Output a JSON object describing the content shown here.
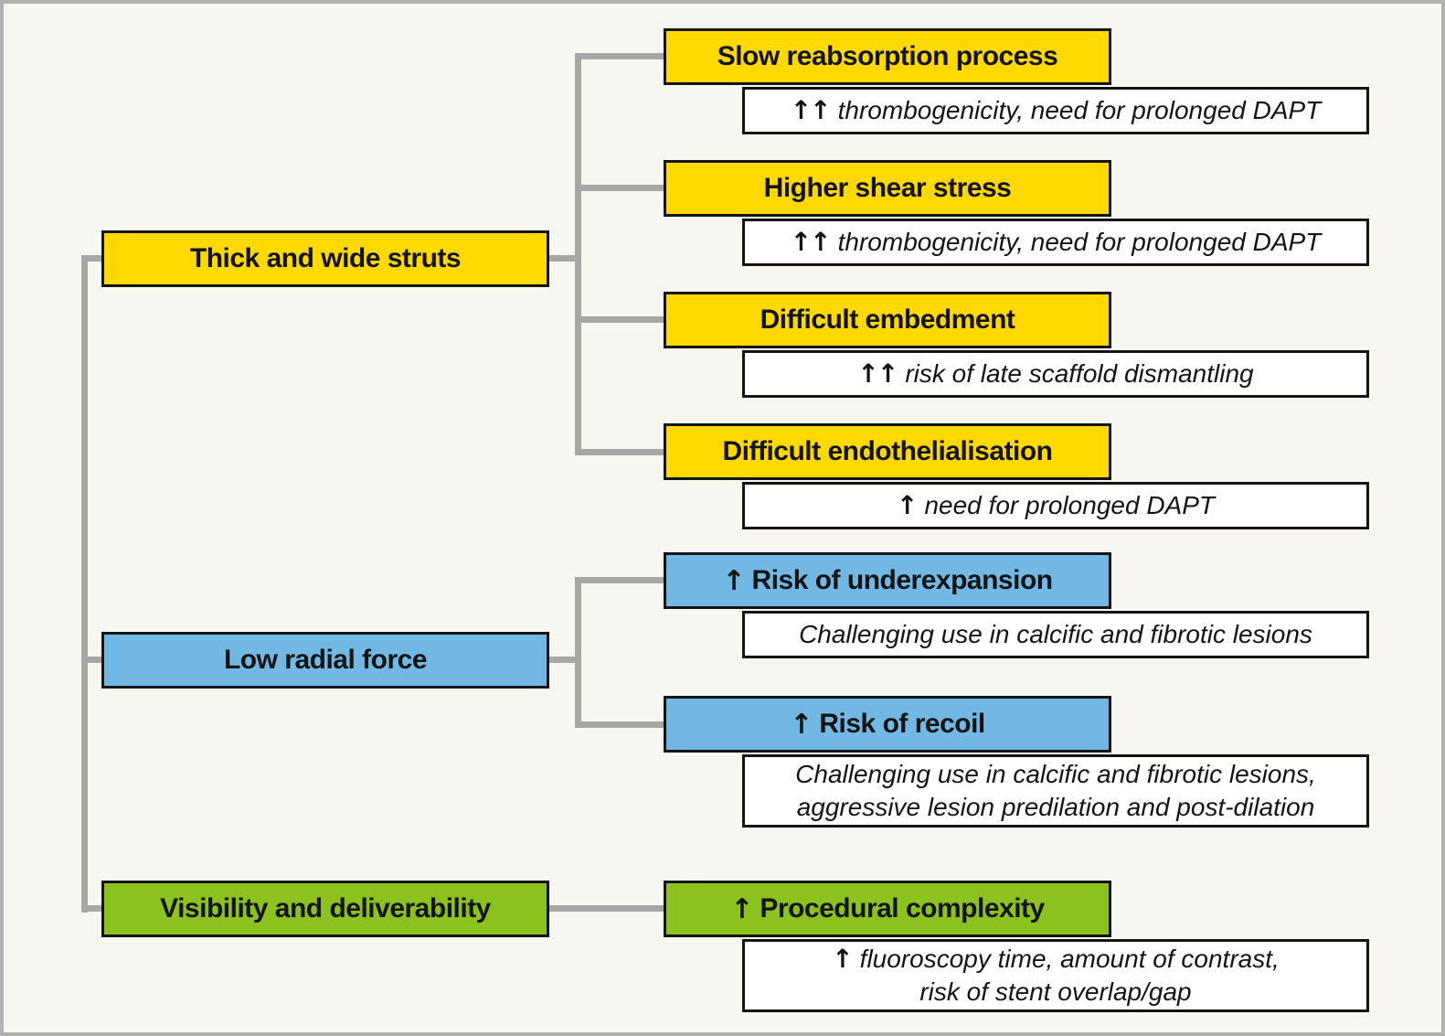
{
  "figure": {
    "description": "Limitations flow diagram"
  },
  "colors": {
    "yellow": "#ffd900",
    "blue": "#72b8e4",
    "green": "#8cc21d",
    "connector": "#a8a6a4",
    "background": "#f8f6f0",
    "outerborder": "#b2b0b1",
    "notebg": "#ffffff"
  },
  "groups": [
    {
      "category": {
        "arrow": "",
        "label": "Thick and wide struts",
        "color": "yellow"
      },
      "children": [
        {
          "title": {
            "arrow": "",
            "label": "Slow reabsorption process"
          },
          "note": {
            "arrows": "↑↑",
            "line1": "thrombogenicity, need for prolonged DAPT",
            "line2": ""
          }
        },
        {
          "title": {
            "arrow": "",
            "label": "Higher shear stress"
          },
          "note": {
            "arrows": "↑↑",
            "line1": "thrombogenicity, need for prolonged DAPT",
            "line2": ""
          }
        },
        {
          "title": {
            "arrow": "",
            "label": "Difficult embedment"
          },
          "note": {
            "arrows": "↑↑",
            "line1": "risk of late scaffold dismantling",
            "line2": ""
          }
        },
        {
          "title": {
            "arrow": "",
            "label": "Difficult endothelialisation"
          },
          "note": {
            "arrows": "↑",
            "line1": "need for prolonged DAPT",
            "line2": ""
          }
        }
      ]
    },
    {
      "category": {
        "arrow": "",
        "label": "Low radial force",
        "color": "blue"
      },
      "children": [
        {
          "title": {
            "arrow": "↑",
            "label": "Risk of underexpansion"
          },
          "note": {
            "arrows": "",
            "line1": "Challenging use in calcific and fibrotic lesions",
            "line2": ""
          }
        },
        {
          "title": {
            "arrow": "↑",
            "label": "Risk of recoil"
          },
          "note": {
            "arrows": "",
            "line1": "Challenging use in calcific and fibrotic lesions,",
            "line2": "aggressive lesion predilation and post-dilation"
          }
        }
      ]
    },
    {
      "category": {
        "arrow": "",
        "label": "Visibility and deliverability",
        "color": "green"
      },
      "children": [
        {
          "title": {
            "arrow": "↑",
            "label": "Procedural complexity"
          },
          "note": {
            "arrows": "↑",
            "line1": "fluoroscopy time, amount of contrast,",
            "line2": "risk of stent overlap/gap"
          }
        }
      ]
    }
  ]
}
